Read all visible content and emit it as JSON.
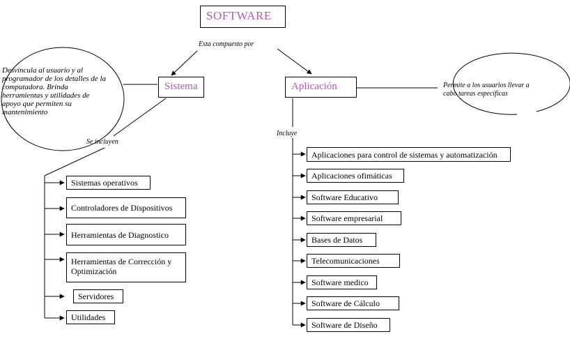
{
  "title": "SOFTWARE",
  "connector_label": "Esta compuesto por",
  "left": {
    "category": "Sistema",
    "description": "Desvincula al usuario y al programador de los detalles de la computadora. Brinda herramientas y utilidades de apoyo que permiten su mantenimiento",
    "link_label": "Se incluyen",
    "items": [
      "Sistemas operativos",
      "Controladores de Dispositivos",
      "Herramientas de Diagnostico",
      "Herramientas de Corrección y Optimización",
      "Servidores",
      "Utilidades"
    ]
  },
  "right": {
    "category": "Aplicación",
    "description": "Permite a los usuarios llevar a cabo tareas específicas",
    "link_label": "Incluye",
    "items": [
      "Aplicaciones para control de sistemas y automatización",
      "Aplicaciones ofimáticas",
      "Software Educativo",
      "Software empresarial",
      "Bases de Datos",
      "Telecomunicaciones",
      "Software medico",
      "Software de Cálculo",
      "Software de Diseño"
    ]
  }
}
